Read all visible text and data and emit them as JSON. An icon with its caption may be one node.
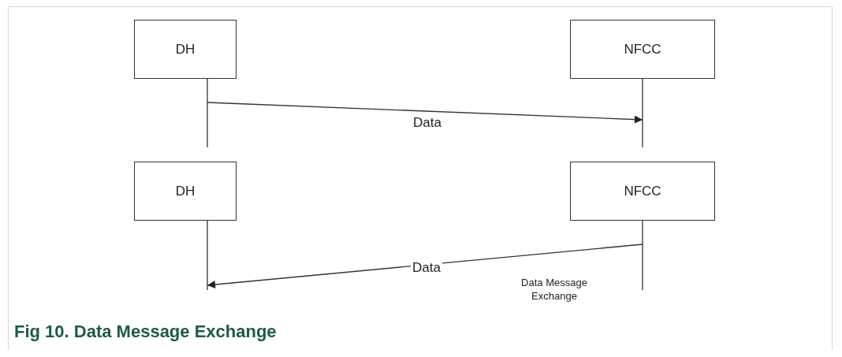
{
  "diagram": {
    "caption": "Fig 10. Data Message Exchange",
    "nodes": [
      {
        "text": [
          "DH"
        ]
      },
      {
        "text": [
          "NFCC"
        ]
      },
      {
        "text": [
          "DH"
        ]
      },
      {
        "text": [
          "NFCC"
        ]
      }
    ],
    "edges": [
      {
        "from": 0,
        "to": 1,
        "arrow": "to",
        "label": "Data"
      },
      {
        "from": 3,
        "to": 2,
        "arrow": "to",
        "label": "Data"
      }
    ],
    "labels": [
      "Data Message Exchange"
    ]
  }
}
